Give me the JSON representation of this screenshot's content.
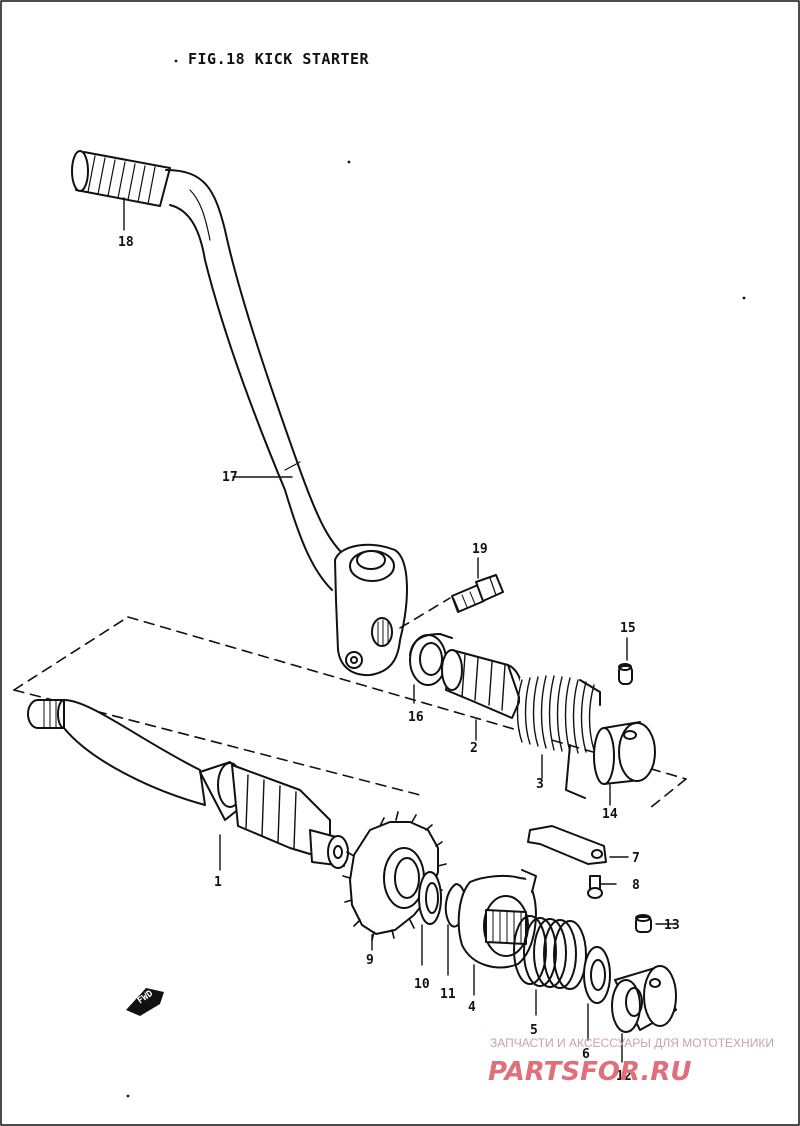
{
  "figure": {
    "title": "FIG.18  KICK STARTER"
  },
  "callouts": [
    "18",
    "17",
    "19",
    "15",
    "16",
    "2",
    "3",
    "14",
    "1",
    "7",
    "8",
    "9",
    "10",
    "11",
    "4",
    "13",
    "5",
    "6",
    "12"
  ],
  "direction_marker": "FWD",
  "watermark": {
    "caption": "ЗАПЧАСТИ И АКСЕССУАРЫ ДЛЯ МОТОТЕХНИКИ",
    "logo_text": "PARTSFOR.RU"
  },
  "colors": {
    "ink": "#111111",
    "paper": "#ffffff",
    "watermark": "#e06f7a"
  }
}
